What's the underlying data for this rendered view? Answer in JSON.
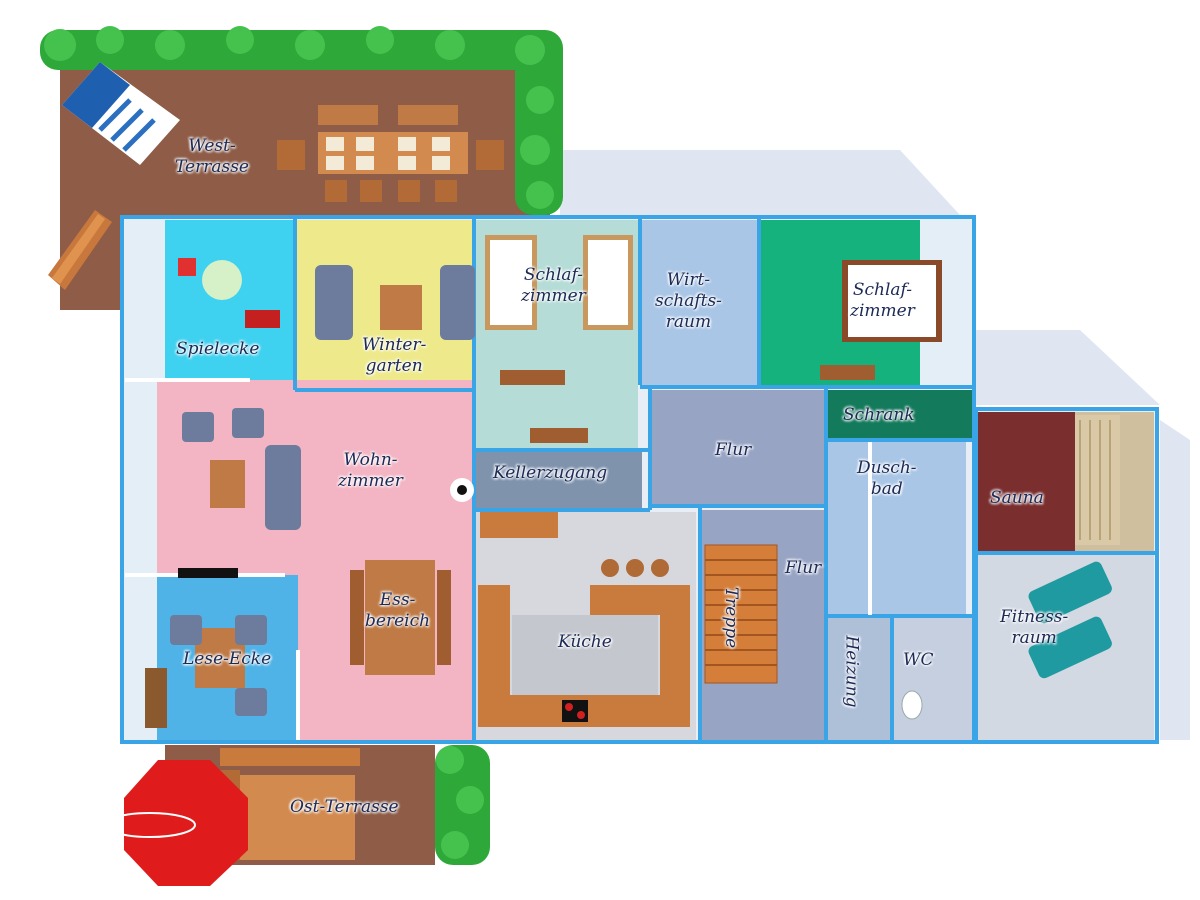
{
  "rooms": {
    "west_terrasse": [
      "West-",
      "Terrasse"
    ],
    "spielecke": [
      "Spielecke"
    ],
    "wintergarten": [
      "Winter-",
      "garten"
    ],
    "schlafzimmer_1": [
      "Schlaf-",
      "zimmer"
    ],
    "wirtschaftsraum": [
      "Wirt-",
      "schafts-",
      "raum"
    ],
    "schlafzimmer_2": [
      "Schlaf-",
      "zimmer"
    ],
    "schrank": [
      "Schrank"
    ],
    "wohnzimmer": [
      "Wohn-",
      "zimmer"
    ],
    "kellerzugang": [
      "Kellerzugang"
    ],
    "flur_oben": [
      "Flur"
    ],
    "duschbad": [
      "Dusch-",
      "bad"
    ],
    "sauna": [
      "Sauna"
    ],
    "essbereich": [
      "Ess-",
      "bereich"
    ],
    "flur_unten": [
      "Flur"
    ],
    "treppe": [
      "Treppe"
    ],
    "kueche": [
      "Küche"
    ],
    "fitnessraum": [
      "Fitness-",
      "raum"
    ],
    "lese_ecke": [
      "Lese-Ecke"
    ],
    "heizung": [
      "Heizung"
    ],
    "wc": [
      "WC"
    ],
    "ost_terrasse": [
      "Ost-Terrasse"
    ]
  },
  "colors": {
    "wall": "#3aa5e6",
    "terrace": "#8b5a45",
    "hedge": "#2fa83a",
    "spielecke": "#3fd2f0",
    "wintergarten": "#eeea8c",
    "schlafzimmer_1": "#b5dcd6",
    "wirtschaftsraum": "#a9c6e6",
    "schlafzimmer_2": "#16b27e",
    "schrank": "#147a5c",
    "wohnzimmer": "#f3b4c4",
    "kellerzugang": "#7f93ad",
    "flur": "#98a4c4",
    "duschbad": "#a9c6e6",
    "sauna": "#7a2e2e",
    "kueche": "#d6d8dd",
    "fitnessraum": "#ced3dc",
    "lese_ecke": "#4fb3e8",
    "heizung": "#aebfd8",
    "wc": "#c5cfe0",
    "umbrella": "#e01b1b",
    "wood": "#c97a3d"
  }
}
